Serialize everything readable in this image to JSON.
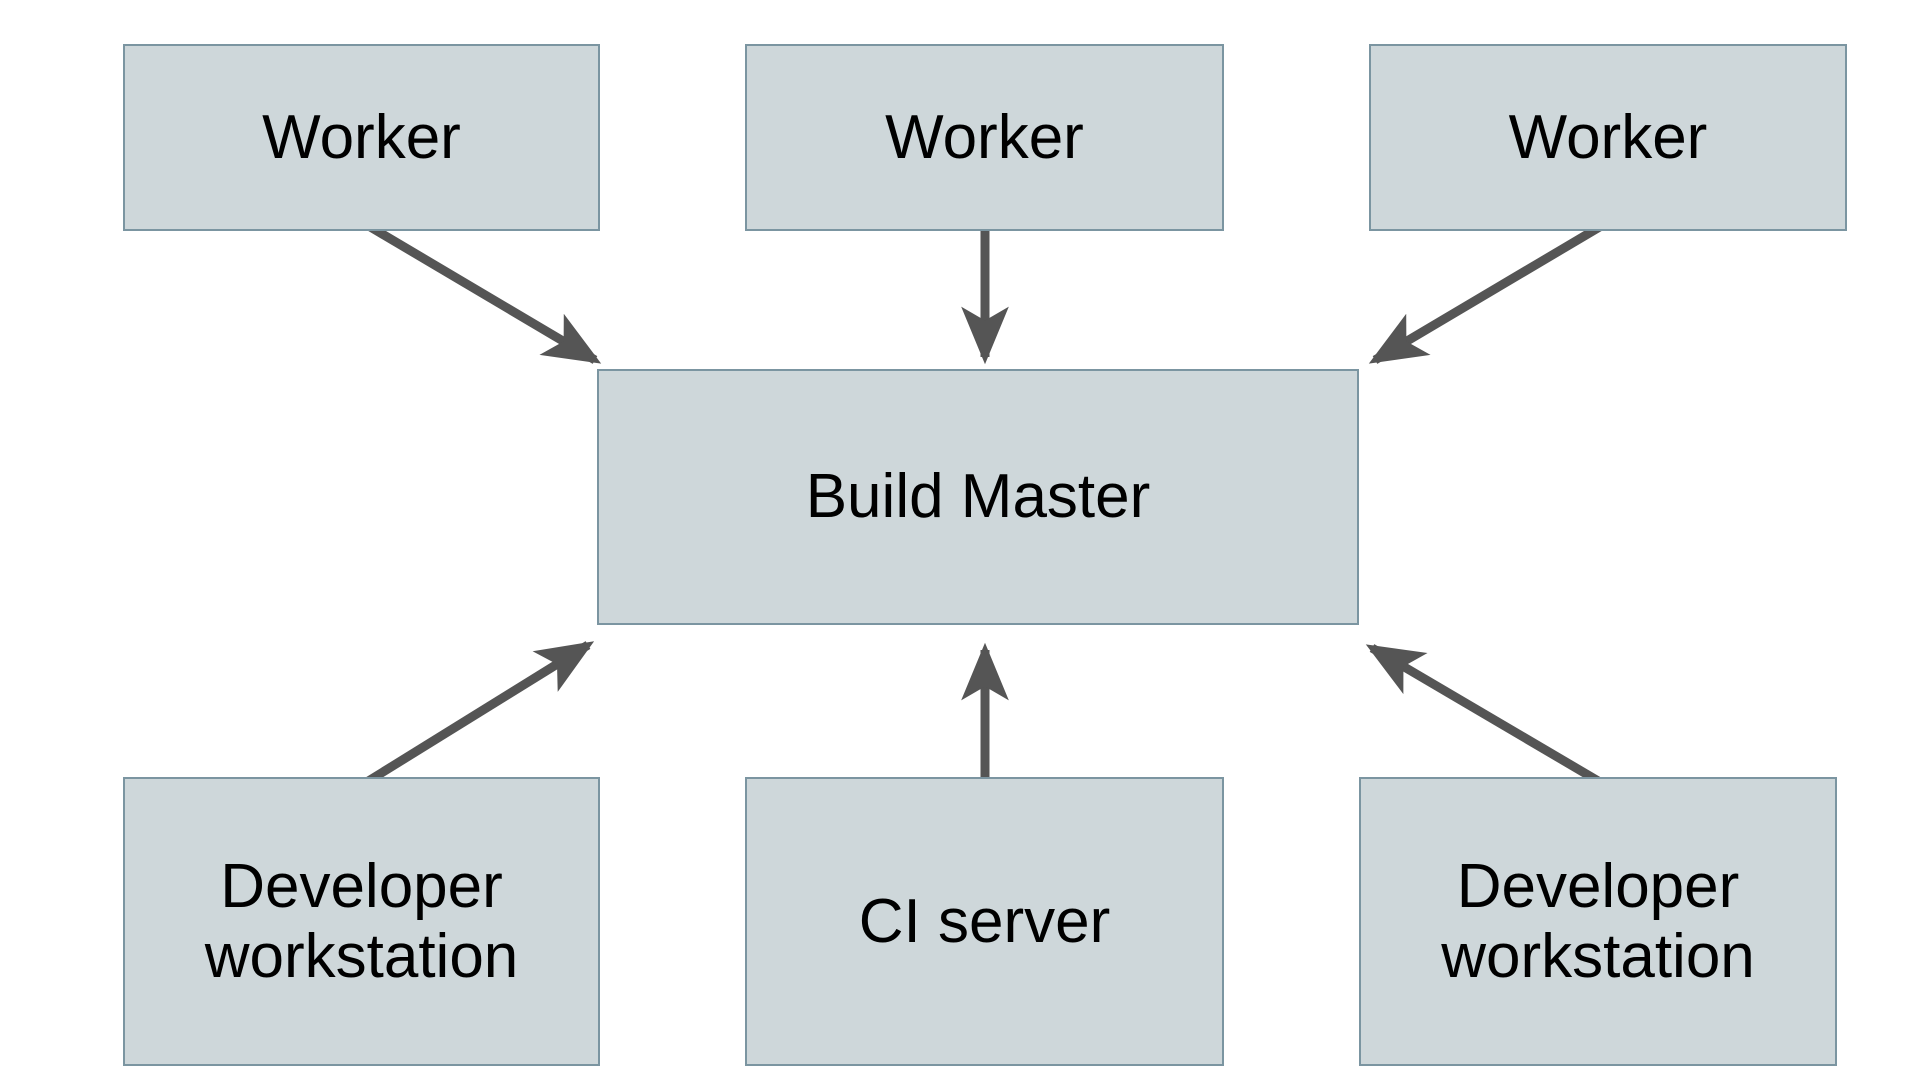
{
  "diagram": {
    "type": "block-architecture",
    "background_color": "#ffffff",
    "node_fill_color": "#ced7da",
    "node_border_color": "#7b95a1",
    "edge_color": "#555555",
    "text_color": "#000000",
    "nodes": [
      {
        "id": "worker-1",
        "label": "Worker",
        "row": "top",
        "column": "left"
      },
      {
        "id": "worker-2",
        "label": "Worker",
        "row": "top",
        "column": "center"
      },
      {
        "id": "worker-3",
        "label": "Worker",
        "row": "top",
        "column": "right"
      },
      {
        "id": "build-master",
        "label": "Build Master",
        "row": "middle",
        "column": "center"
      },
      {
        "id": "dev-left",
        "label": "Developer\nworkstation",
        "row": "bottom",
        "column": "left"
      },
      {
        "id": "ci-server",
        "label": "CI server",
        "row": "bottom",
        "column": "center"
      },
      {
        "id": "dev-right",
        "label": "Developer\nworkstation",
        "row": "bottom",
        "column": "right"
      }
    ],
    "edges": [
      {
        "id": "edge-worker-1-to-build-master",
        "from": "worker-1",
        "to": "build-master",
        "direction": "to-build-master",
        "style": "solid-arrow"
      },
      {
        "id": "edge-worker-2-to-build-master",
        "from": "worker-2",
        "to": "build-master",
        "direction": "to-build-master",
        "style": "solid-arrow"
      },
      {
        "id": "edge-worker-3-to-build-master",
        "from": "worker-3",
        "to": "build-master",
        "direction": "to-build-master",
        "style": "solid-arrow"
      },
      {
        "id": "edge-dev-left-to-build-master",
        "from": "dev-left",
        "to": "build-master",
        "direction": "to-build-master",
        "style": "solid-arrow"
      },
      {
        "id": "edge-ci-server-to-build-master",
        "from": "ci-server",
        "to": "build-master",
        "direction": "to-build-master",
        "style": "solid-arrow"
      },
      {
        "id": "edge-dev-right-to-build-master",
        "from": "dev-right",
        "to": "build-master",
        "direction": "to-build-master",
        "style": "solid-arrow"
      }
    ]
  }
}
